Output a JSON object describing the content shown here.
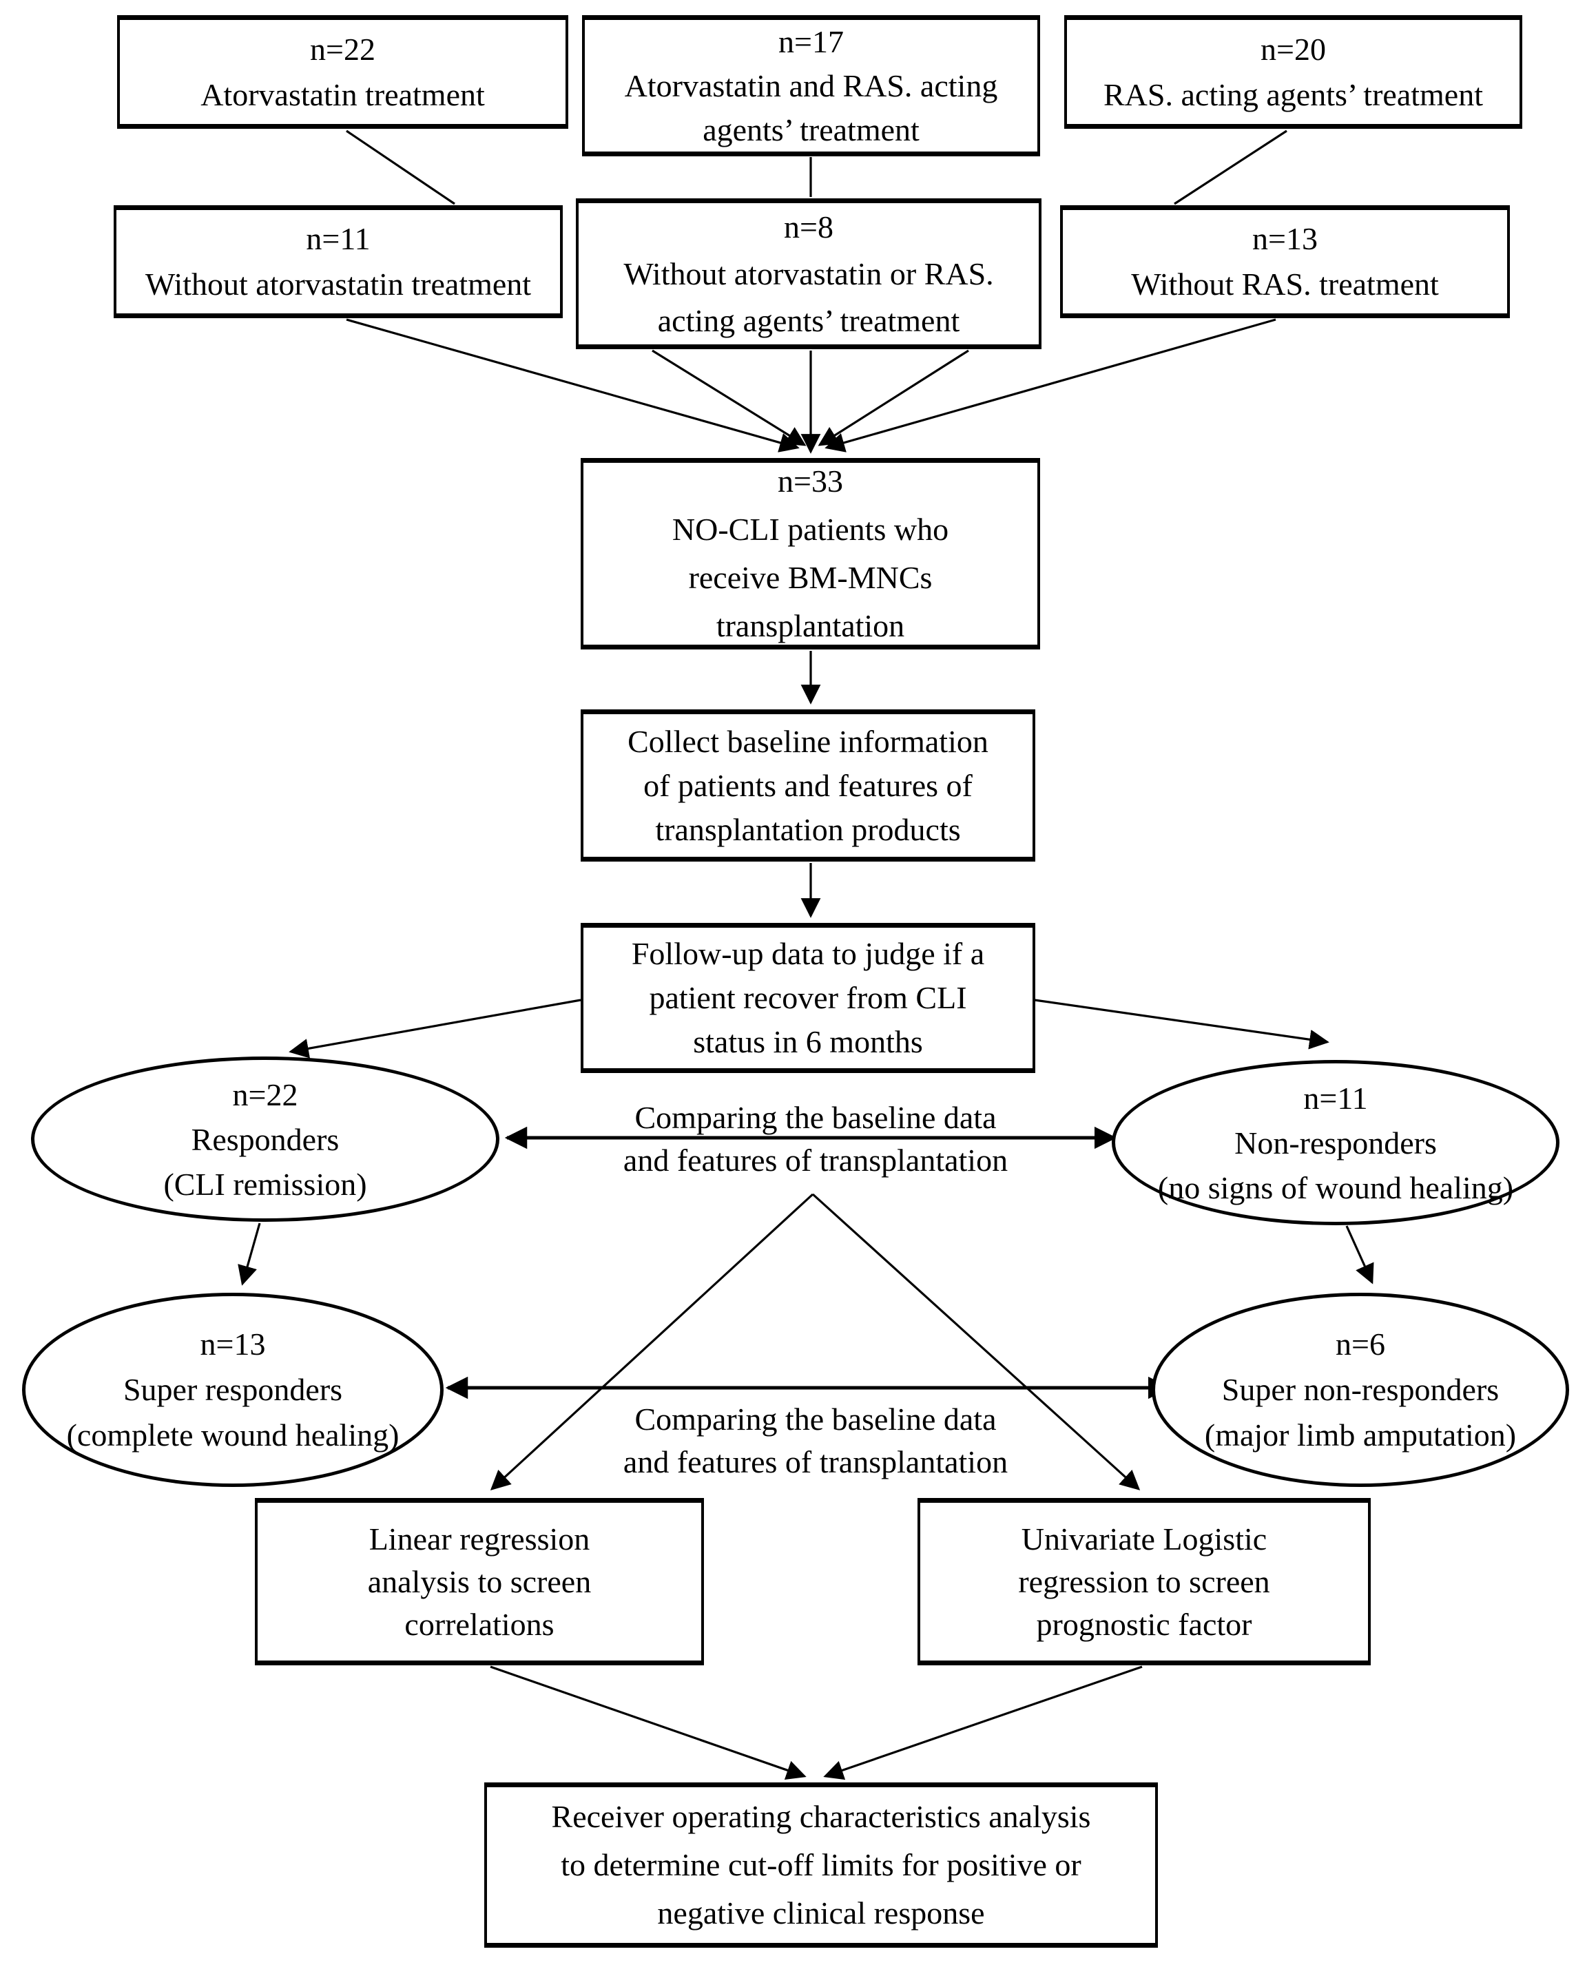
{
  "figure": {
    "kind": "study-flow-diagram",
    "background": "#ffffff",
    "ink": "#000000"
  },
  "nodes": {
    "tx_atorva": {
      "shape": "rect",
      "lines": [
        "n=22",
        "Atorvastatin treatment"
      ]
    },
    "tx_atorva_ras": {
      "shape": "rect",
      "lines": [
        "n=17",
        "Atorvastatin and RAS. acting",
        "agents’ treatment"
      ]
    },
    "tx_ras": {
      "shape": "rect",
      "lines": [
        "n=20",
        "RAS. acting agents’ treatment"
      ]
    },
    "no_atorva": {
      "shape": "rect",
      "lines": [
        "n=11",
        "Without atorvastatin treatment"
      ]
    },
    "no_atorva_ras": {
      "shape": "rect",
      "lines": [
        "n=8",
        "Without atorvastatin or RAS.",
        "acting agents’ treatment"
      ]
    },
    "no_ras": {
      "shape": "rect",
      "lines": [
        "n=13",
        "Without RAS. treatment"
      ]
    },
    "cohort": {
      "shape": "rect",
      "lines": [
        "n=33",
        "NO-CLI patients who",
        "receive BM-MNCs",
        "transplantation"
      ]
    },
    "collect": {
      "shape": "rect",
      "lines": [
        "Collect baseline information",
        "of patients and features of",
        "transplantation products"
      ]
    },
    "followup": {
      "shape": "rect",
      "lines": [
        "Follow-up data to judge if a",
        "patient recover from CLI",
        "status in 6 months"
      ]
    },
    "responders": {
      "shape": "ellipse",
      "lines": [
        "n=22",
        "Responders",
        "(CLI remission)"
      ]
    },
    "non_responders": {
      "shape": "ellipse",
      "lines": [
        "n=11",
        "Non-responders",
        "(no signs of wound healing)"
      ]
    },
    "super_responders": {
      "shape": "ellipse",
      "lines": [
        "n=13",
        "Super responders",
        "(complete wound healing)"
      ]
    },
    "super_non_responders": {
      "shape": "ellipse",
      "lines": [
        "n=6",
        "Super non-responders",
        "(major limb amputation)"
      ]
    },
    "linear_regression": {
      "shape": "rect",
      "lines": [
        "Linear regression",
        "analysis to screen",
        "correlations"
      ]
    },
    "logistic_regression": {
      "shape": "rect",
      "lines": [
        "Univariate  Logistic",
        "regression to screen",
        "prognostic factor"
      ]
    },
    "roc": {
      "shape": "rect",
      "lines": [
        "Receiver  operating  characteristics  analysis",
        "to determine cut-off limits for positive or",
        "negative clinical  response"
      ]
    }
  },
  "labels": {
    "comparing1": {
      "lines": [
        "Comparing the baseline  data",
        "and features of transplantation"
      ]
    },
    "comparing2": {
      "lines": [
        "Comparing the baseline  data",
        "and features of transplantation"
      ]
    }
  }
}
